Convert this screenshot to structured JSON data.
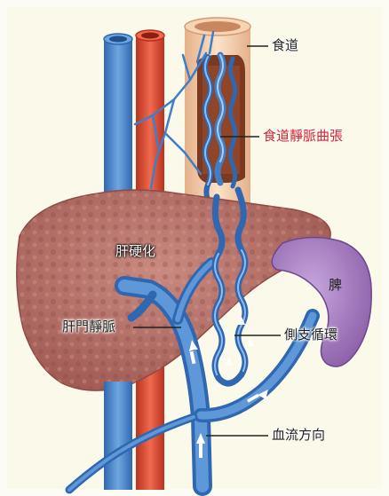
{
  "labels": {
    "esophagus": "食道",
    "esophageal_varices": "食道靜脈曲張",
    "cirrhosis": "肝硬化",
    "spleen": "脾",
    "portal_vein": "肝門靜脈",
    "collateral_circulation": "側支循環",
    "blood_flow_direction": "血流方向"
  },
  "colors": {
    "background": "#fbf9ea",
    "artery": "#d9402b",
    "vein": "#3f7fc9",
    "liver": "#b8706a",
    "spleen": "#a780c0",
    "esophagus": "#f0c8a4",
    "varices_label": "#d2232a",
    "label_text": "#222222"
  }
}
